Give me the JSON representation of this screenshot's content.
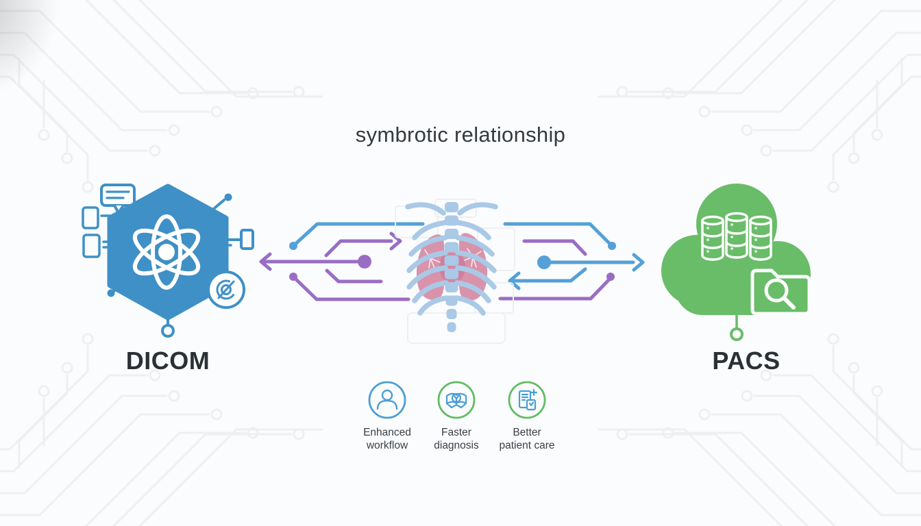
{
  "title": "symbrotic relationship",
  "nodes": {
    "left": {
      "label": "DICOM",
      "icon": "atom-hexagon-icon",
      "accent_color": "#3f90c6"
    },
    "right": {
      "label": "PACS",
      "icon": "cloud-database-folder-search-icon",
      "accent_color": "#69bd68"
    }
  },
  "center_illustration": {
    "icon": "ribcage-lungs-illustration"
  },
  "flow_arrows": {
    "blue_color": "#55a0d7",
    "purple_color": "#9a6dc4"
  },
  "benefits": [
    {
      "icon": "person-icon",
      "ring_color": "#4a9ed6",
      "label": "Enhanced workflow",
      "label_lines": [
        "Enhanced",
        "workflow"
      ]
    },
    {
      "icon": "open-book-shield-icon",
      "ring_color": "#5fbc64",
      "label": "Faster diagnosis",
      "label_lines": [
        "Faster",
        "diagnosis"
      ]
    },
    {
      "icon": "document-plus-icon",
      "ring_color": "#5fbc64",
      "label": "Better patient care",
      "label_lines": [
        "Better",
        "patient care"
      ]
    }
  ]
}
